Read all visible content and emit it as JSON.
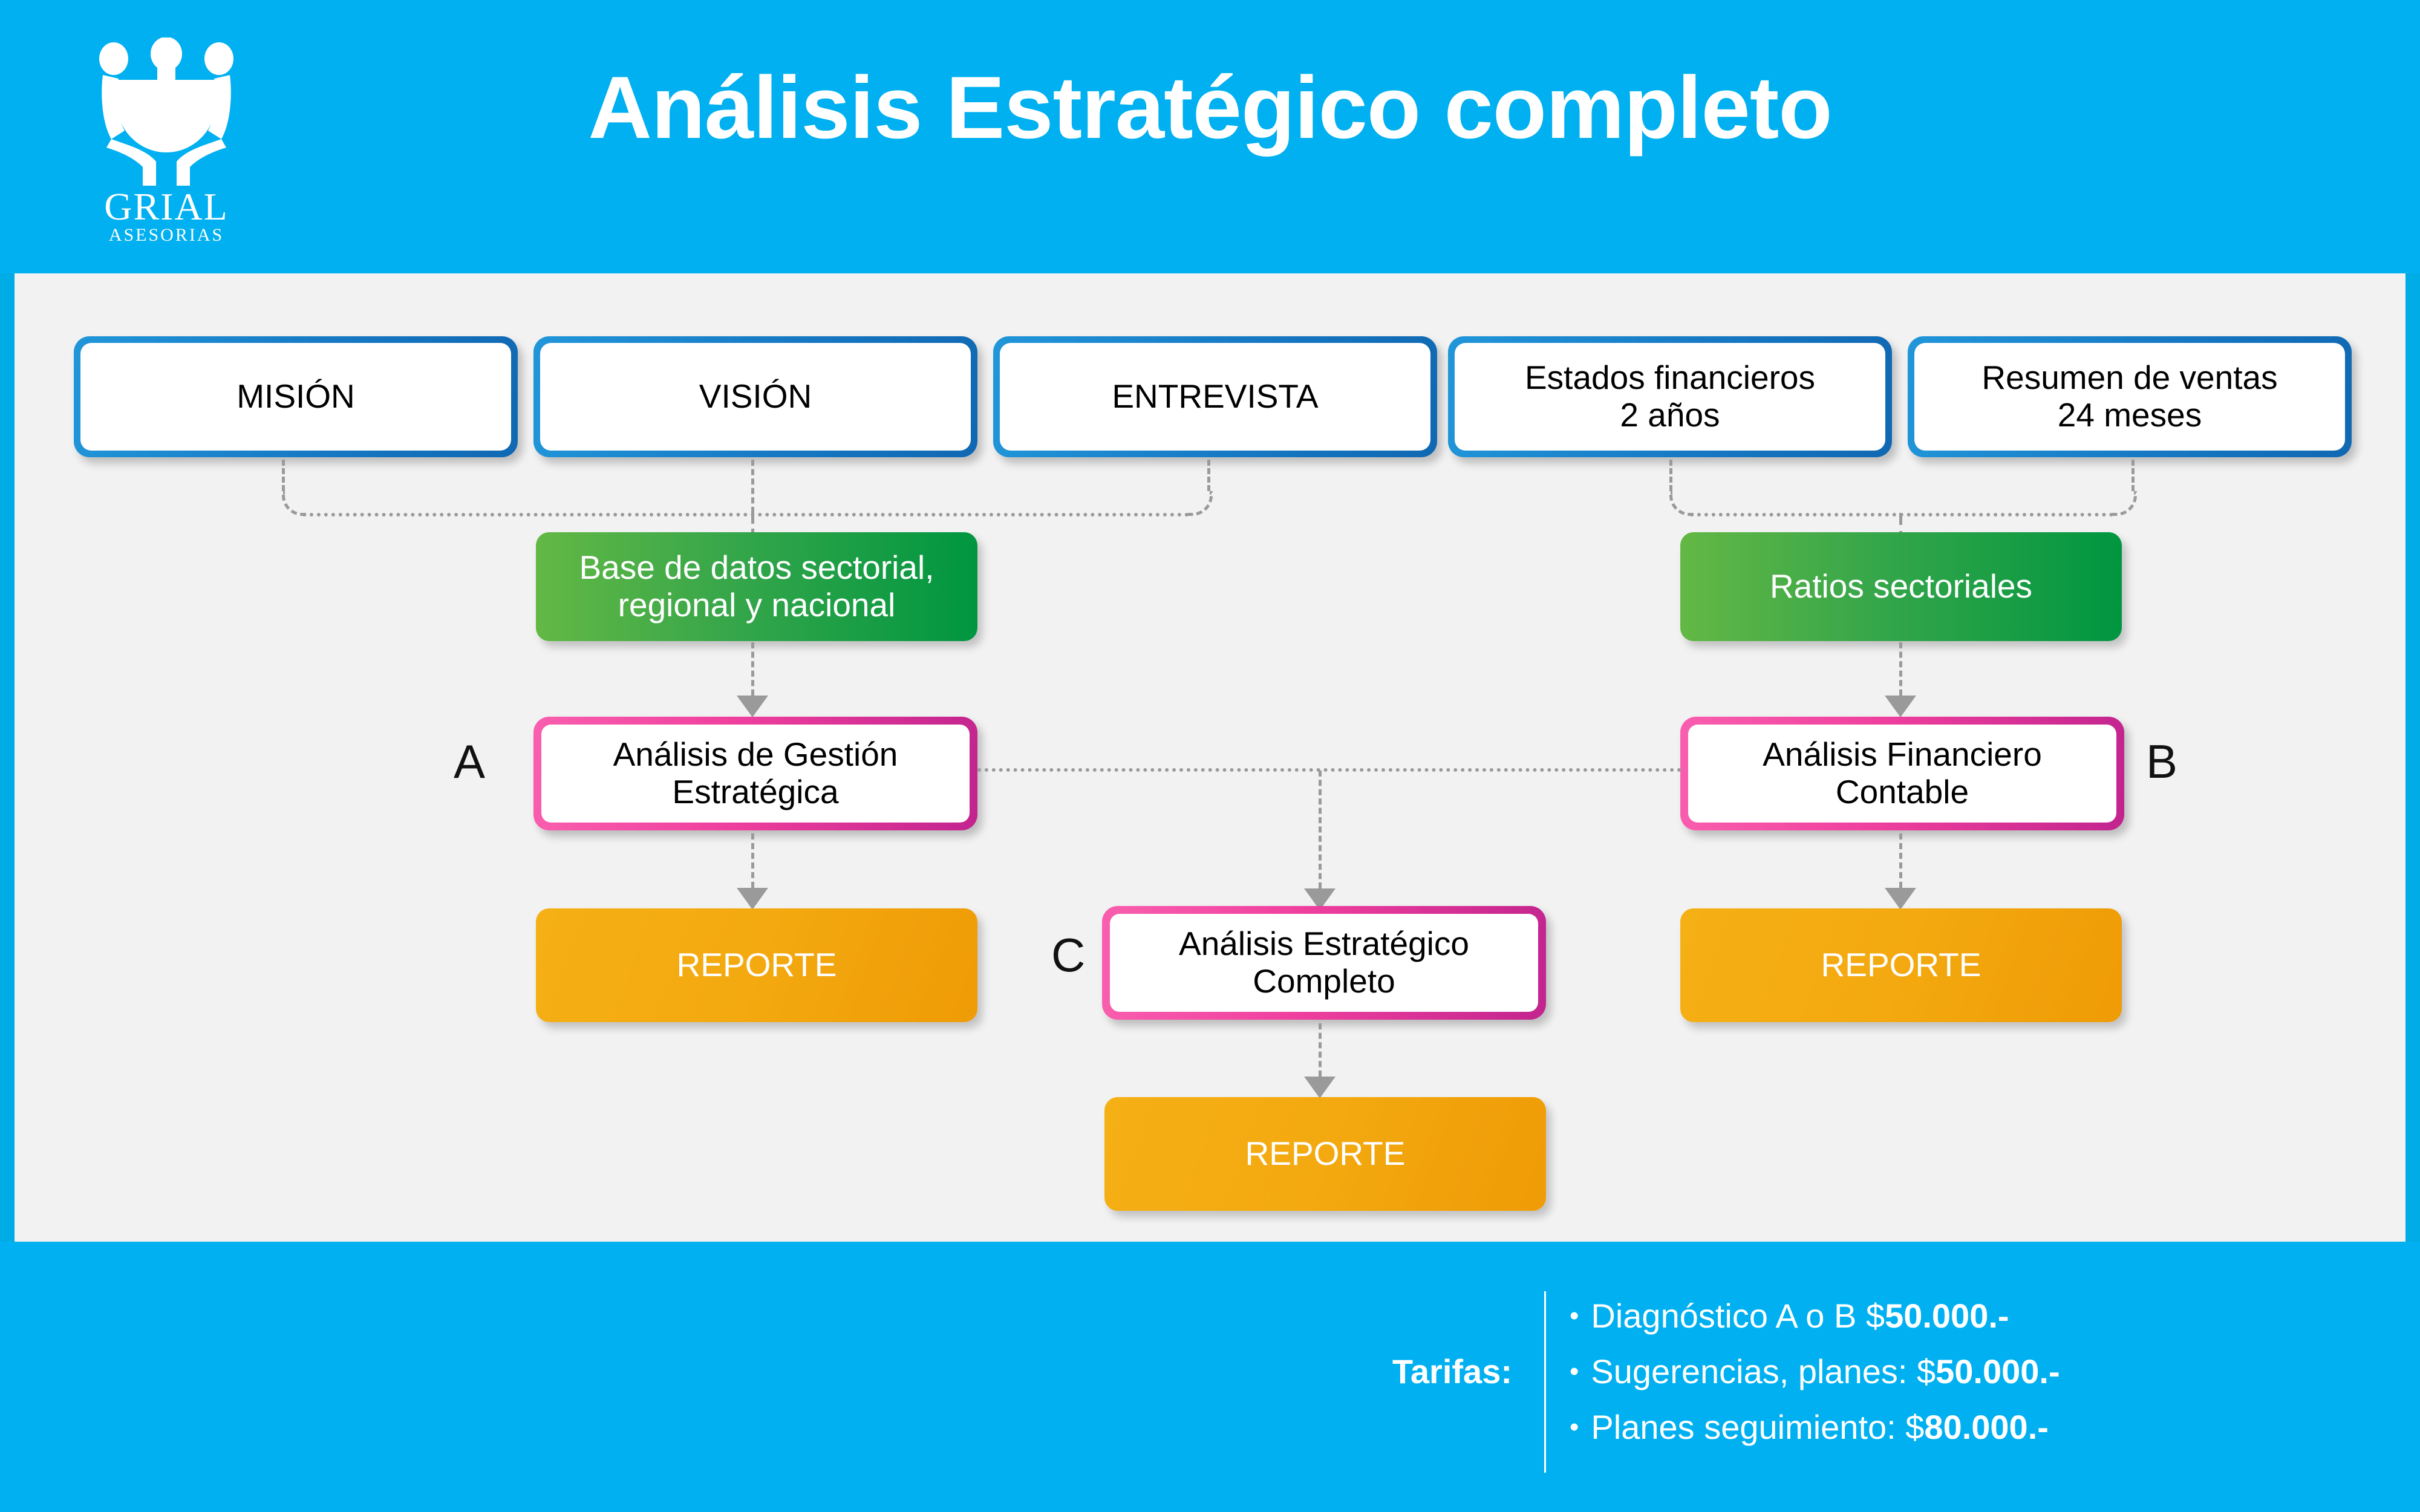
{
  "header": {
    "title": "Análisis Estratégico completo",
    "logo": {
      "icon": "grail-chalice-logo",
      "brand": "GRIAL",
      "tagline": "ASESORIAS"
    },
    "background_color": "#00b0f0"
  },
  "diagram": {
    "background_color": "#f2f2f2",
    "inputs": [
      {
        "label": "MISIÓN"
      },
      {
        "label": "VISIÓN"
      },
      {
        "label": "ENTREVISTA"
      },
      {
        "label": "Estados financieros\n2 años"
      },
      {
        "label": "Resumen de ventas\n24 meses"
      }
    ],
    "input_lines": {
      "estados_l1": "Estados financieros",
      "estados_l2": "2 años",
      "resumen_l1": "Resumen de ventas",
      "resumen_l2": "24 meses"
    },
    "data_sources": [
      {
        "line1": "Base de datos sectorial,",
        "line2": "regional y nacional",
        "color": "#35a64a"
      },
      {
        "line1": "Ratios sectoriales",
        "line2": "",
        "color": "#35a64a"
      }
    ],
    "analyses": [
      {
        "letter": "A",
        "line1": "Análisis de Gestión",
        "line2": "Estratégica"
      },
      {
        "letter": "B",
        "line1": "Análisis Financiero",
        "line2": "Contable"
      },
      {
        "letter": "C",
        "line1": "Análisis Estratégico",
        "line2": "Completo"
      }
    ],
    "outputs": [
      {
        "label": "REPORTE"
      },
      {
        "label": "REPORTE"
      },
      {
        "label": "REPORTE"
      }
    ],
    "accent_colors": {
      "blue_border": "#1779c4",
      "green": "#35a64a",
      "pink_border": "#ef3f9e",
      "orange": "#f3a90f",
      "connector": "#9a9a9a"
    }
  },
  "footer": {
    "label": "Tarifas:",
    "bullet_glyph": "•",
    "items": [
      {
        "text": "Diagnóstico A o B $ ",
        "amount": "50.000.-"
      },
      {
        "text": "Sugerencias, planes: $ ",
        "amount": "50.000.-"
      },
      {
        "text": "Planes seguimiento: $ ",
        "amount": "80.000.-"
      }
    ],
    "background_color": "#00b0f0"
  }
}
